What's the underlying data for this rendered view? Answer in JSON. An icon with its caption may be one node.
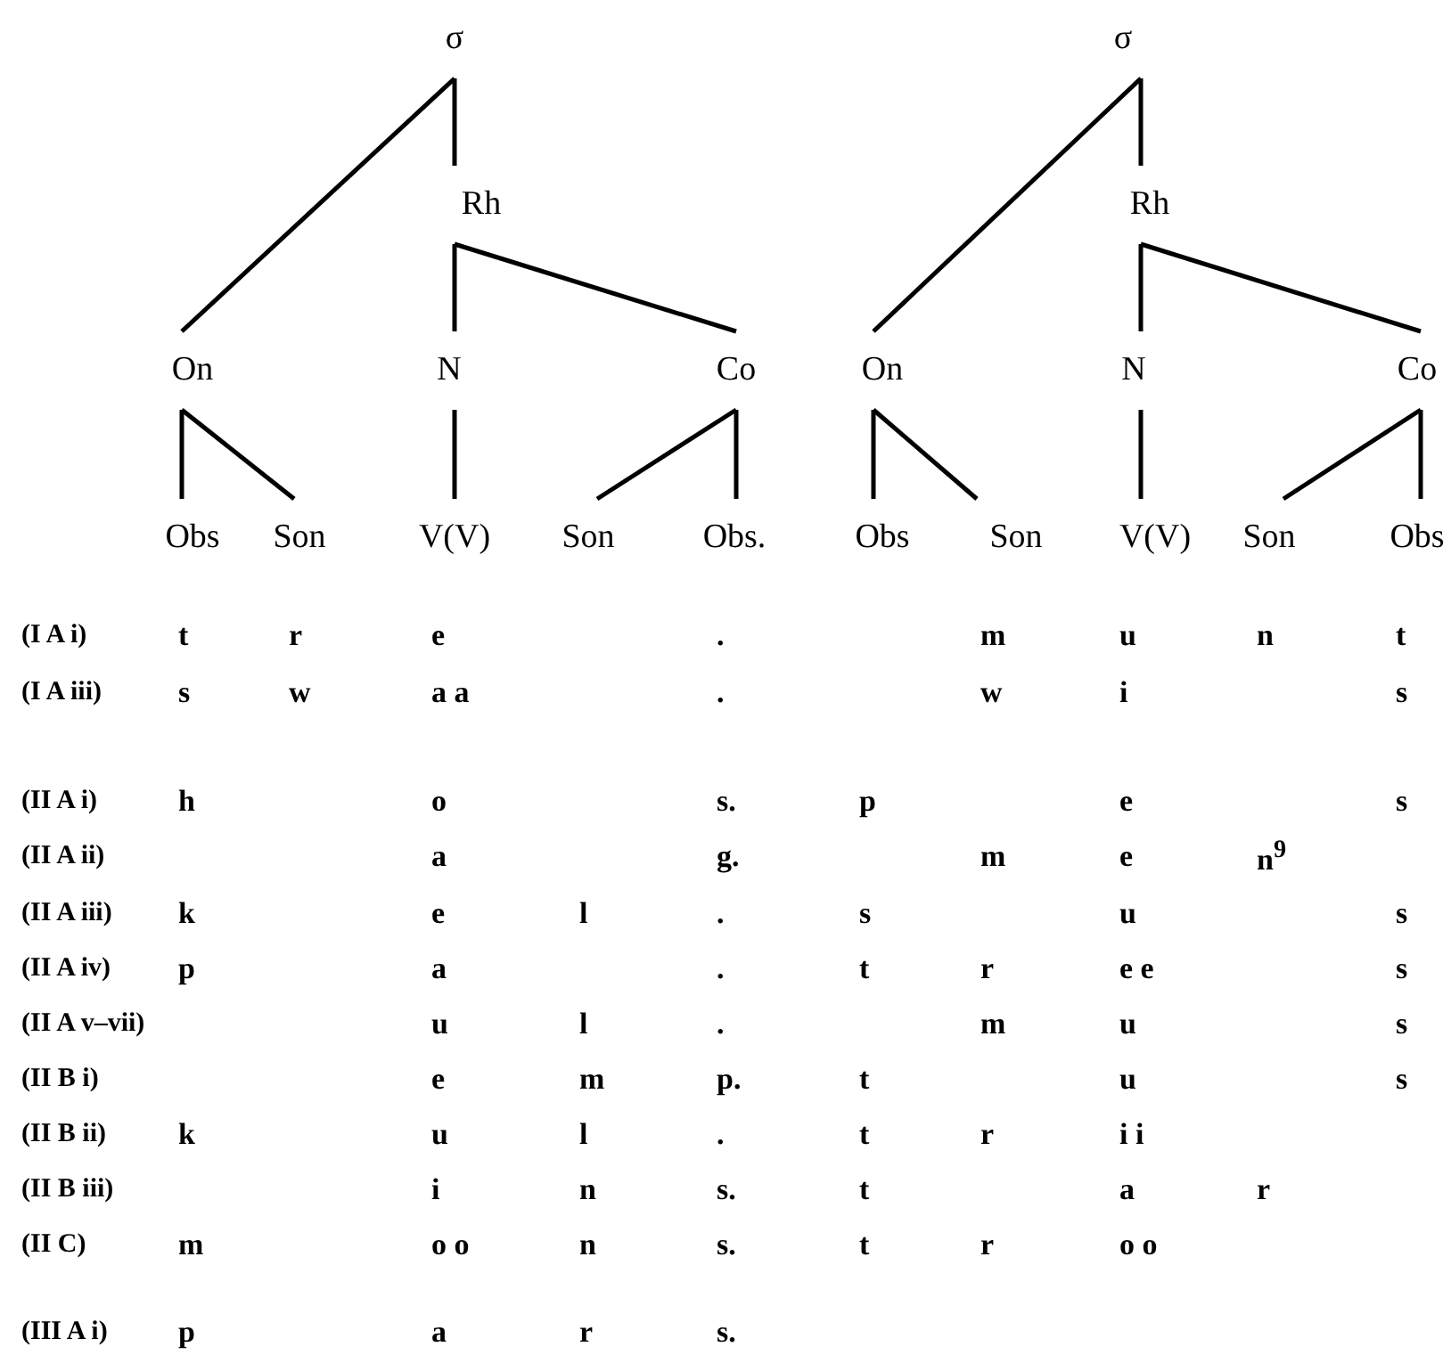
{
  "diagram": {
    "nodes": [
      {
        "text": [
          "σ"
        ]
      },
      {
        "text": [
          "Rh"
        ]
      },
      {
        "text": [
          "On"
        ]
      },
      {
        "text": [
          "N"
        ]
      },
      {
        "text": [
          "Co"
        ]
      },
      {
        "text": [
          "Obs"
        ]
      },
      {
        "text": [
          "Son"
        ]
      },
      {
        "text": [
          "V(V)"
        ]
      },
      {
        "text": [
          "Son"
        ]
      },
      {
        "text": [
          "Obs."
        ]
      },
      {
        "text": [
          "σ"
        ]
      },
      {
        "text": [
          "Rh"
        ]
      },
      {
        "text": [
          "On"
        ]
      },
      {
        "text": [
          "N"
        ]
      },
      {
        "text": [
          "Co"
        ]
      },
      {
        "text": [
          "Obs"
        ]
      },
      {
        "text": [
          "Son"
        ]
      },
      {
        "text": [
          "V(V)"
        ]
      },
      {
        "text": [
          "Son"
        ]
      },
      {
        "text": [
          "Obs"
        ]
      }
    ],
    "edges": [
      {
        "from": 0,
        "to": 2,
        "arrow": "none"
      },
      {
        "from": 0,
        "to": 1,
        "arrow": "none"
      },
      {
        "from": 1,
        "to": 3,
        "arrow": "none"
      },
      {
        "from": 1,
        "to": 4,
        "arrow": "none"
      },
      {
        "from": 2,
        "to": 5,
        "arrow": "none"
      },
      {
        "from": 2,
        "to": 6,
        "arrow": "none"
      },
      {
        "from": 3,
        "to": 7,
        "arrow": "none"
      },
      {
        "from": 4,
        "to": 8,
        "arrow": "none"
      },
      {
        "from": 4,
        "to": 9,
        "arrow": "none"
      },
      {
        "from": 10,
        "to": 12,
        "arrow": "none"
      },
      {
        "from": 10,
        "to": 11,
        "arrow": "none"
      },
      {
        "from": 11,
        "to": 13,
        "arrow": "none"
      },
      {
        "from": 11,
        "to": 14,
        "arrow": "none"
      },
      {
        "from": 12,
        "to": 15,
        "arrow": "none"
      },
      {
        "from": 12,
        "to": 16,
        "arrow": "none"
      },
      {
        "from": 13,
        "to": 17,
        "arrow": "none"
      },
      {
        "from": 14,
        "to": 18,
        "arrow": "none"
      },
      {
        "from": 14,
        "to": 19,
        "arrow": "none"
      }
    ],
    "labels": [
      "(I A i)",
      "t",
      "r",
      "e",
      ".",
      "m",
      "u",
      "n",
      "t",
      "(I A iii)",
      "s",
      "w",
      "a a",
      ".",
      "w",
      "i",
      "s",
      "(II A i)",
      "h",
      "o",
      "s.",
      "p",
      "e",
      "s",
      "(II A ii)",
      "a",
      "g.",
      "m",
      "e",
      "n$^{9}$",
      "(II A iii)",
      "k",
      "e",
      "l",
      ".",
      "s",
      "u",
      "s",
      "(II A iv)",
      "p",
      "a",
      ".",
      "t",
      "r",
      "e e",
      "s",
      "(II A v–vii)",
      "u",
      "l",
      ".",
      "m",
      "u",
      "s",
      "(II B i)",
      "e",
      "m",
      "p.",
      "t",
      "u",
      "s",
      "(II B ii)",
      "k",
      "u",
      "l",
      ".",
      "t",
      "r",
      "i i",
      "(II B iii)",
      "i",
      "n",
      "s.",
      "t",
      "a",
      "r",
      "(II C)",
      "m",
      "o o",
      "n",
      "s.",
      "t",
      "r",
      "o o",
      "(III A i)",
      "p",
      "a",
      "r",
      "s."
    ]
  }
}
